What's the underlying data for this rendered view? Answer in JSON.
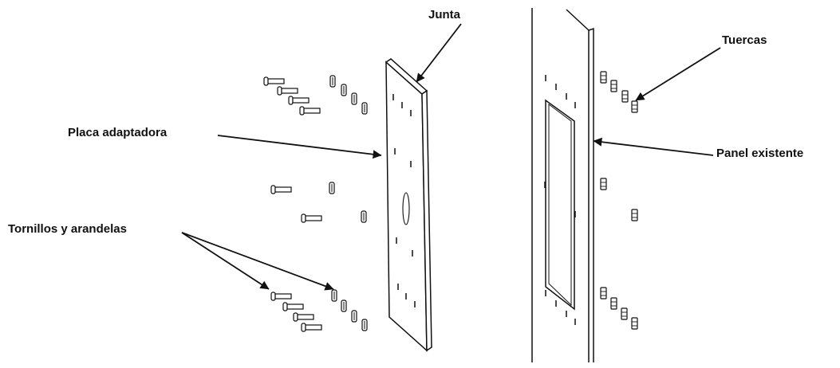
{
  "labels": {
    "junta": "Junta",
    "placa": "Placa adaptadora",
    "tornillos": "Tornillos y arandelas",
    "tuercas": "Tuercas",
    "panel": "Panel existente"
  },
  "colors": {
    "line": "#111111",
    "background": "#ffffff"
  }
}
